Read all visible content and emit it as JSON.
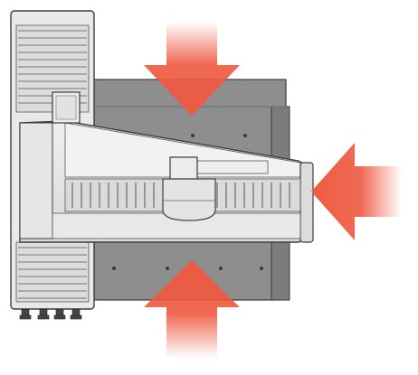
{
  "diagram": {
    "colors": {
      "background": "#ffffff",
      "outline": "#3c3c3c",
      "body_light": "#e6e6e6",
      "body_mid": "#cfcfcf",
      "plate_dark": "#8e8e8e",
      "plate_shadow": "#7a7a7a",
      "hole": "#3a3a3a",
      "arrow": "#ee5a41"
    },
    "arrows": [
      {
        "name": "top-arrow-icon",
        "direction": "down"
      },
      {
        "name": "bottom-arrow-icon",
        "direction": "up"
      },
      {
        "name": "right-arrow-icon",
        "direction": "left"
      }
    ]
  }
}
